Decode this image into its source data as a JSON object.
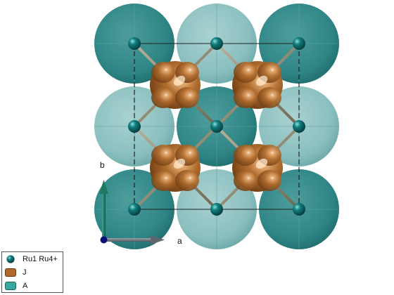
{
  "axes": {
    "a_label": "a",
    "b_label": "b"
  },
  "legend": {
    "items": [
      {
        "label": "Ru1 Ru4+",
        "icon": "atom-sphere-icon",
        "color": "#0f6f6f"
      },
      {
        "label": "J",
        "icon": "j-polyhedron-swatch",
        "color": "#b2692a"
      },
      {
        "label": "A",
        "icon": "a-polyhedron-swatch",
        "color": "#3aa8a0"
      }
    ]
  },
  "colors": {
    "a_dark": "#2f8585",
    "a_light": "#8bbfbf",
    "j_blob": "#a8652b",
    "ru_atom": "#0f6b6b",
    "bond": "#8f8872",
    "axis_arrow": "#1d6e5e",
    "origin": "#0a0f7a"
  }
}
